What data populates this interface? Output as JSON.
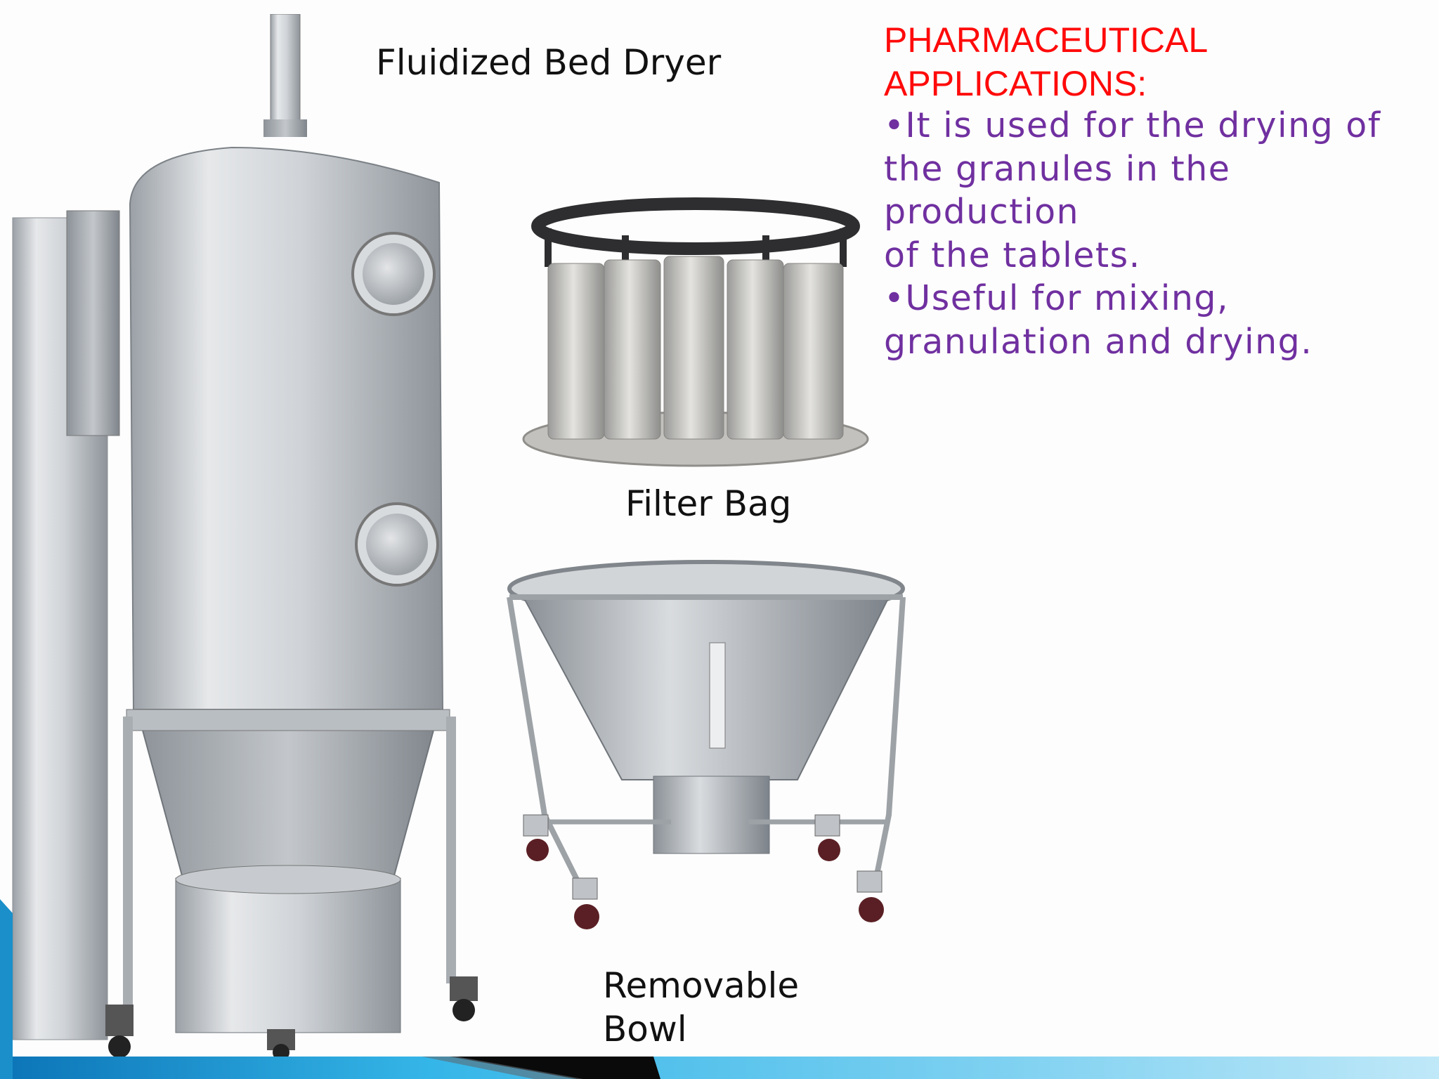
{
  "labels": {
    "dryer": "Fluidized Bed Dryer",
    "filter_bag": "Filter Bag",
    "bowl_line1": "Removable",
    "bowl_line2": "Bowl"
  },
  "heading": {
    "line1": "PHARMACEUTICAL",
    "line2": "APPLICATIONS:"
  },
  "bullets": [
    {
      "line1": "•It is used for the drying of",
      "line2": "the granules in the production",
      "line3": "of the tablets."
    },
    {
      "line1": "•Useful for mixing,",
      "line2": "granulation and drying."
    }
  ],
  "colors": {
    "heading": "#ff0a0a",
    "bullet_text": "#7030a0",
    "accent_blue": "#1ea7df",
    "steel": "#c9cdd2"
  },
  "icons": {
    "dryer_image": "fluidized-bed-dryer-illustration",
    "filter_image": "filter-bag-illustration",
    "bowl_image": "removable-bowl-illustration"
  }
}
